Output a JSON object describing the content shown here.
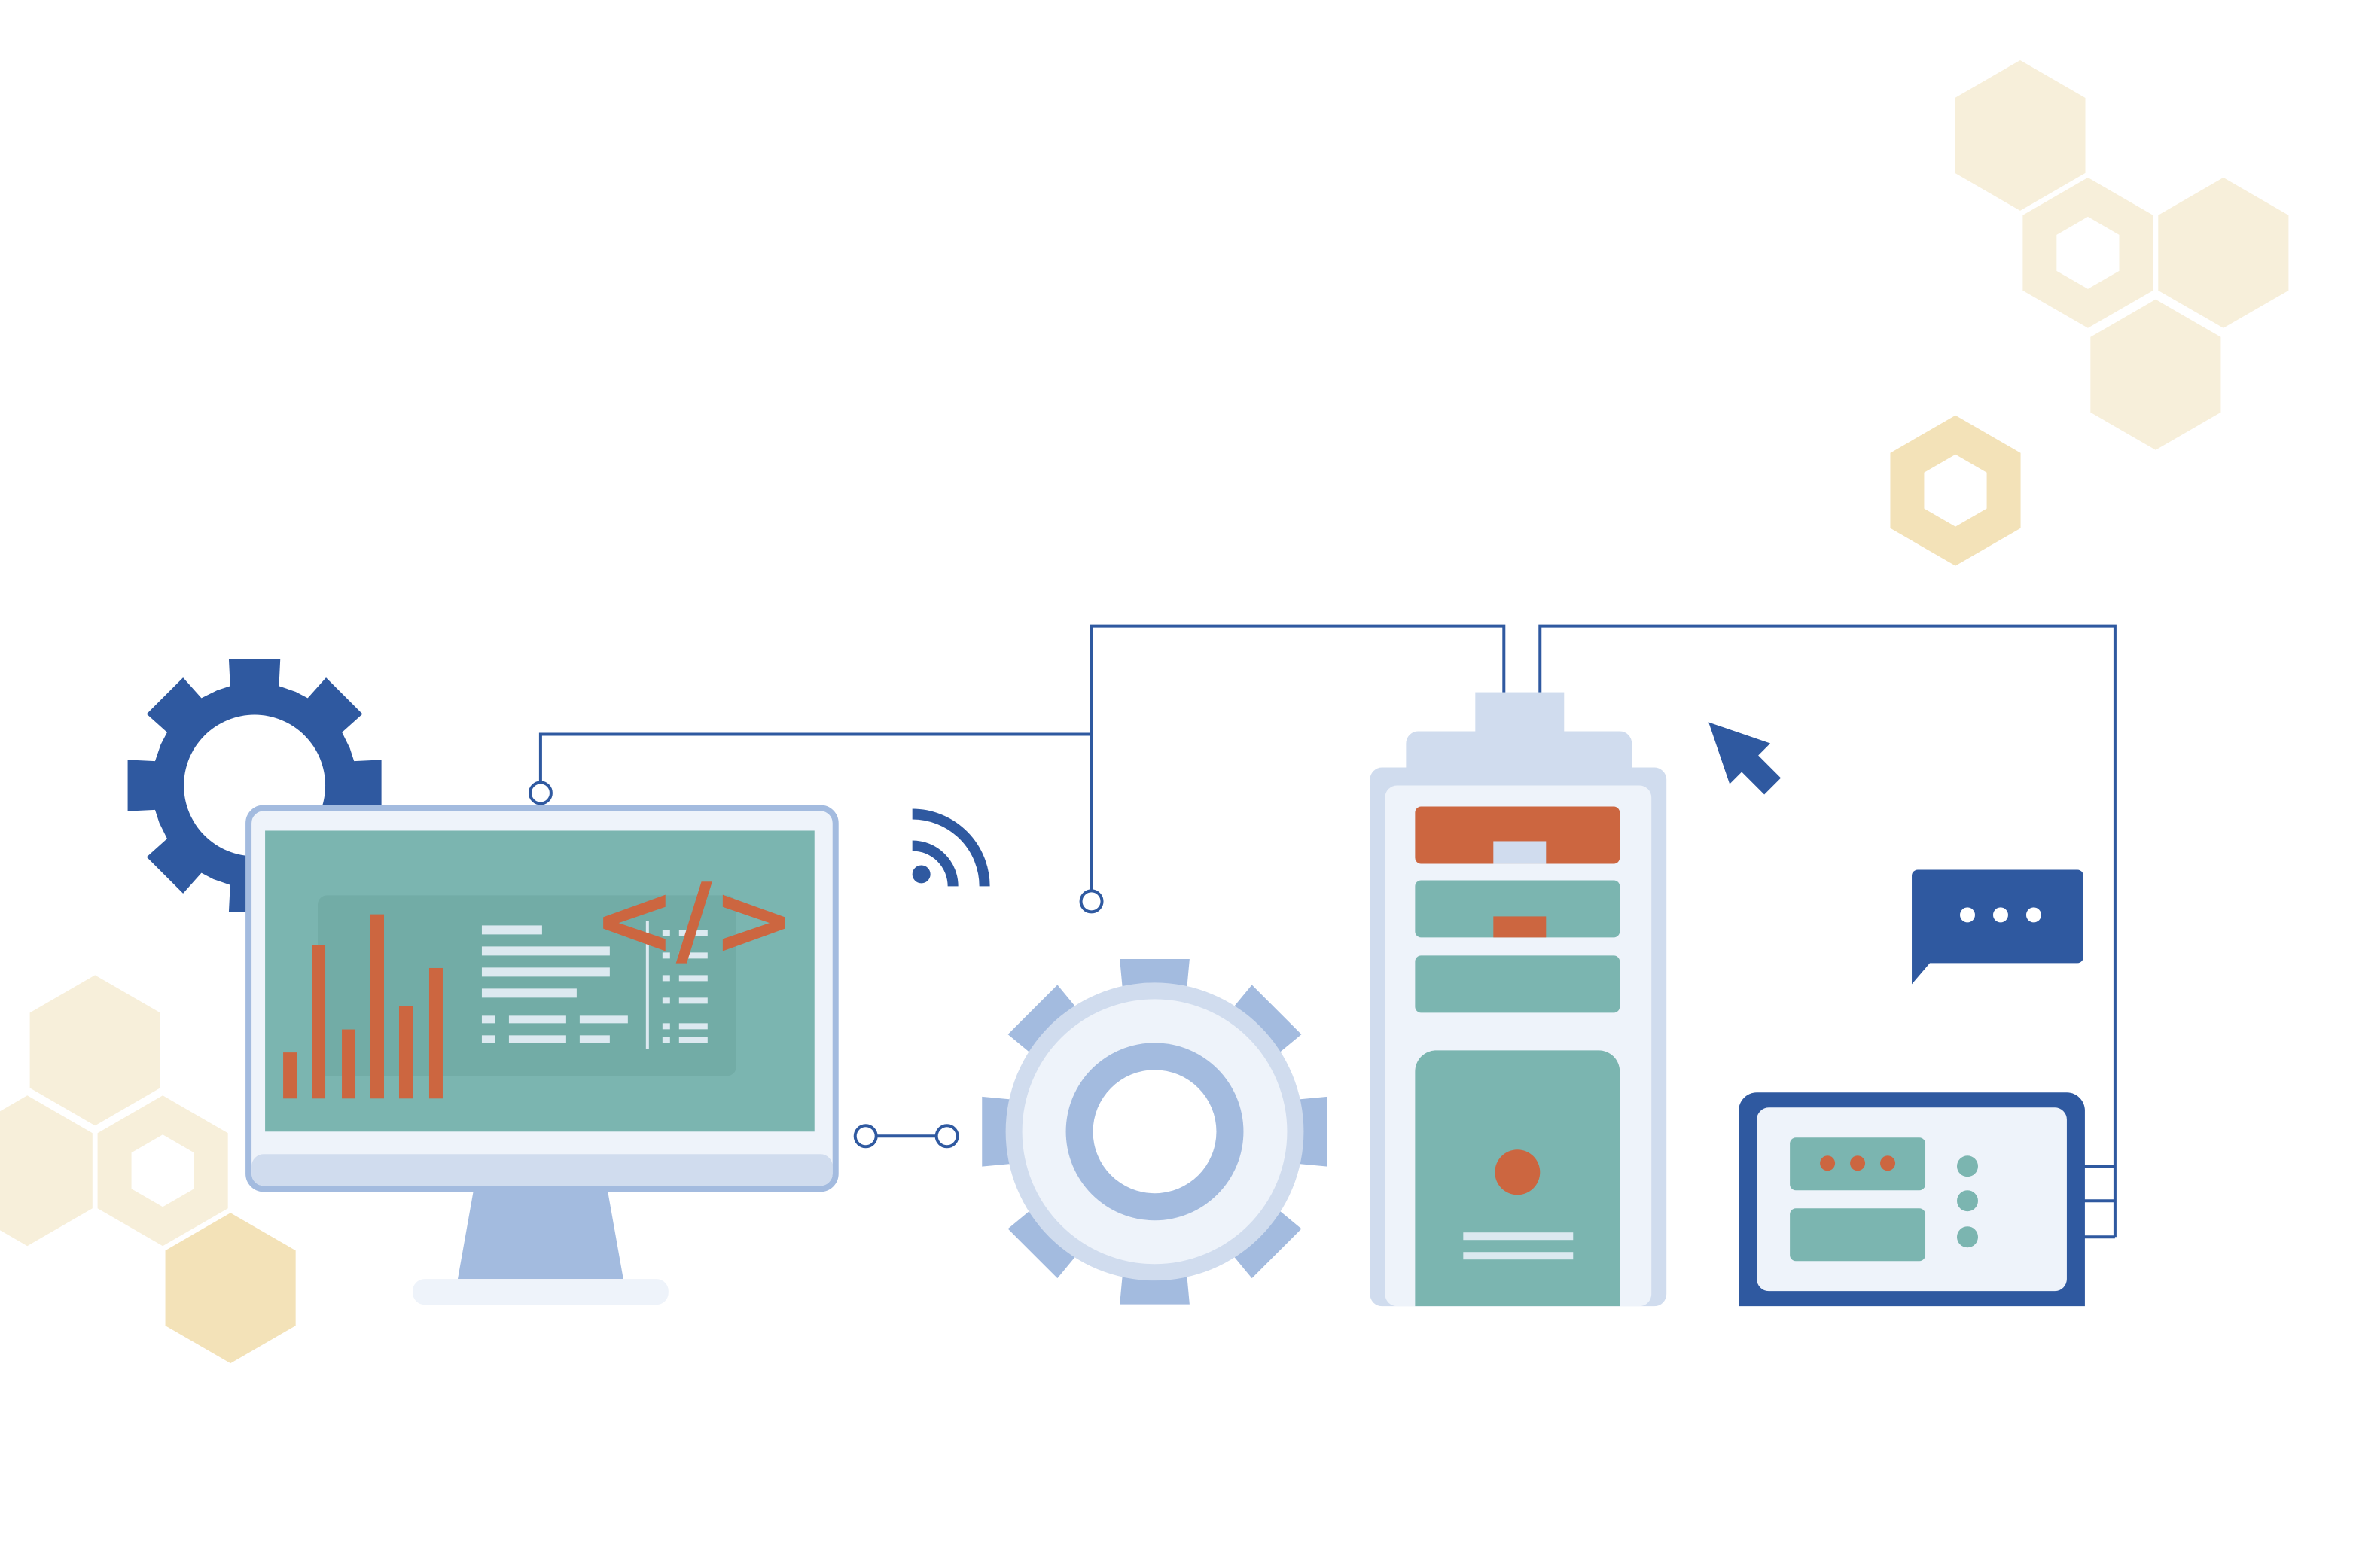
{
  "colors": {
    "blue": "#2f59a0",
    "light_blue": "#a3bbdf",
    "pale_blue": "#d0dcee",
    "paler_blue": "#eef3fa",
    "teal": "#7bb5b0",
    "teal_dark": "#72aca6",
    "orange": "#cc6640",
    "cream": "#f7efda",
    "cream_dark": "#f3e2b8"
  },
  "screen": {
    "code_symbol": "</>",
    "bar_chart_values": [
      3,
      10,
      4.5,
      12,
      6,
      8.5
    ]
  },
  "icons": [
    "gear-icon",
    "monitor-icon",
    "wifi-icon",
    "server-icon",
    "cursor-icon",
    "chat-bubble-icon",
    "control-panel-icon"
  ]
}
